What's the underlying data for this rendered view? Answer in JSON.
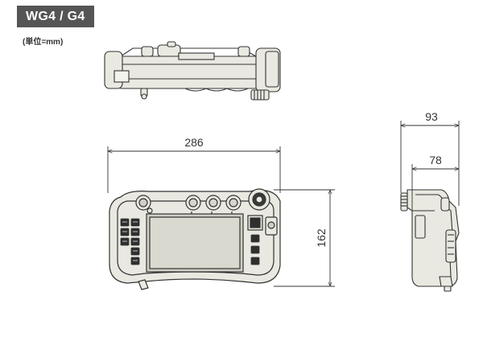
{
  "header": {
    "model_label": "WG4 / G4",
    "unit_note": "(単位=mm)"
  },
  "dimensions": {
    "width": "286",
    "height": "162",
    "depth_total": "93",
    "depth_body": "78"
  },
  "colors": {
    "body_fill": "#e9e9e1",
    "outline": "#333333",
    "screen_fill": "#d9d9cf",
    "button_fill": "#2f2f2f",
    "badge_fill": "#555555"
  }
}
